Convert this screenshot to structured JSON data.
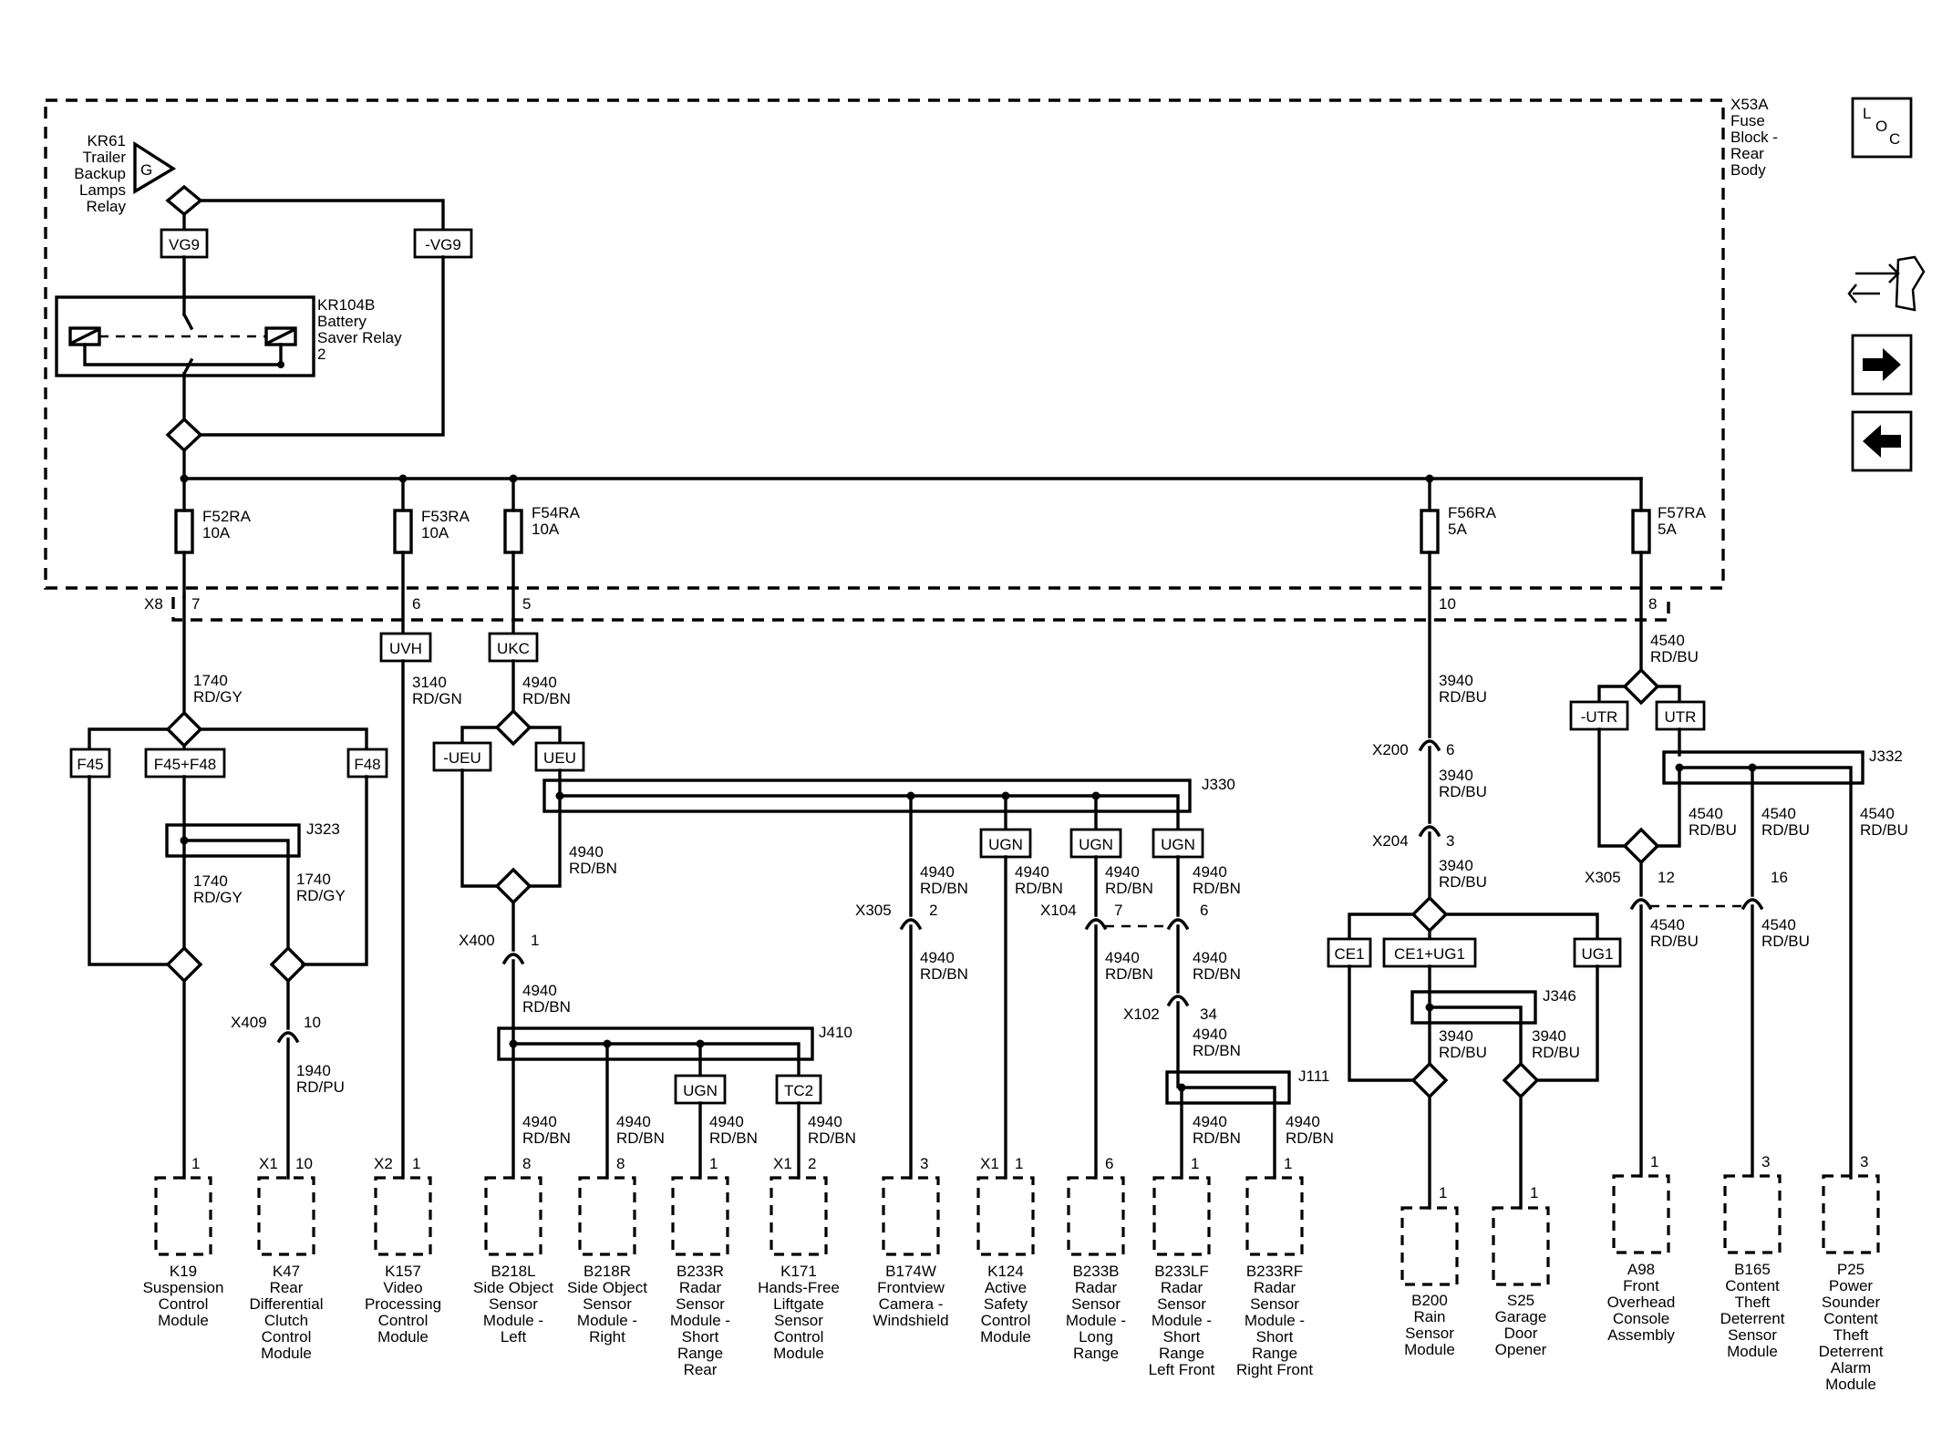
{
  "fuse_block": {
    "label": [
      "X53A",
      "Fuse",
      "Block -",
      "Rear",
      "Body"
    ]
  },
  "nav": {
    "loc": [
      "L",
      "O",
      "C"
    ],
    "next_label": "→",
    "prev_label": "←"
  },
  "relays": {
    "kr61": [
      "KR61",
      "Trailer",
      "Backup",
      "Lamps",
      "Relay"
    ],
    "kr61_symbol": "G",
    "kr104b": [
      "KR104B",
      "Battery",
      "Saver Relay",
      "2"
    ]
  },
  "options": {
    "vg9": "VG9",
    "not_vg9": "-VG9",
    "uvh": "UVH",
    "ukc": "UKC",
    "f45": "F45",
    "f45_f48": "F45+F48",
    "f48": "F48",
    "not_ueu": "-UEU",
    "ueu": "UEU",
    "ugn": "UGN",
    "tc2": "TC2",
    "not_utr": "-UTR",
    "utr": "UTR",
    "ce1": "CE1",
    "ce1_ug1": "CE1+UG1",
    "ug1": "UG1"
  },
  "fuses": {
    "f52ra": [
      "F52RA",
      "10A"
    ],
    "f53ra": [
      "F53RA",
      "10A"
    ],
    "f54ra": [
      "F54RA",
      "10A"
    ],
    "f56ra": [
      "F56RA",
      "5A"
    ],
    "f57ra": [
      "F57RA",
      "5A"
    ]
  },
  "connectors": {
    "x8": "X8",
    "x200": "X200",
    "x204": "X204",
    "x305": "X305",
    "x400": "X400",
    "x409": "X409",
    "x104": "X104",
    "x102": "X102",
    "x1": "X1",
    "x2": "X2"
  },
  "splices": {
    "j323": "J323",
    "j330": "J330",
    "j332": "J332",
    "j346": "J346",
    "j410": "J410",
    "j111": "J111"
  },
  "pins": {
    "p7": "7",
    "p6": "6",
    "p5": "5",
    "p10": "10",
    "p8": "8",
    "p1": "1",
    "p2": "2",
    "p3": "3",
    "p12": "12",
    "p16": "16",
    "p34": "34"
  },
  "wires": {
    "w1740": [
      "1740",
      "RD/GY"
    ],
    "w3140": [
      "3140",
      "RD/GN"
    ],
    "w4940": [
      "4940",
      "RD/BN"
    ],
    "w3940": [
      "3940",
      "RD/BU"
    ],
    "w4540": [
      "4540",
      "RD/BU"
    ],
    "w1940": [
      "1940",
      "RD/PU"
    ]
  },
  "components": {
    "k19": [
      "K19",
      "Suspension",
      "Control",
      "Module"
    ],
    "k47": [
      "K47",
      "Rear",
      "Differential",
      "Clutch",
      "Control",
      "Module"
    ],
    "k157": [
      "K157",
      "Video",
      "Processing",
      "Control",
      "Module"
    ],
    "b218l": [
      "B218L",
      "Side Object",
      "Sensor",
      "Module -",
      "Left"
    ],
    "b218r": [
      "B218R",
      "Side Object",
      "Sensor",
      "Module -",
      "Right"
    ],
    "b233r": [
      "B233R",
      "Radar",
      "Sensor",
      "Module -",
      "Short",
      "Range",
      "Rear"
    ],
    "k171": [
      "K171",
      "Hands-Free",
      "Liftgate",
      "Sensor",
      "Control",
      "Module"
    ],
    "b174w": [
      "B174W",
      "Frontview",
      "Camera -",
      "Windshield"
    ],
    "k124": [
      "K124",
      "Active",
      "Safety",
      "Control",
      "Module"
    ],
    "b233b": [
      "B233B",
      "Radar",
      "Sensor",
      "Module -",
      "Long",
      "Range"
    ],
    "b233lf": [
      "B233LF",
      "Radar",
      "Sensor",
      "Module -",
      "Short",
      "Range",
      "Left Front"
    ],
    "b233rf": [
      "B233RF",
      "Radar",
      "Sensor",
      "Module -",
      "Short",
      "Range",
      "Right Front"
    ],
    "b200": [
      "B200",
      "Rain",
      "Sensor",
      "Module"
    ],
    "s25": [
      "S25",
      "Garage",
      "Door",
      "Opener"
    ],
    "a98": [
      "A98",
      "Front",
      "Overhead",
      "Console",
      "Assembly"
    ],
    "b165": [
      "B165",
      "Content",
      "Theft",
      "Deterrent",
      "Sensor",
      "Module"
    ],
    "p25": [
      "P25",
      "Power",
      "Sounder",
      "Content",
      "Theft",
      "Deterrent",
      "Alarm",
      "Module"
    ]
  }
}
